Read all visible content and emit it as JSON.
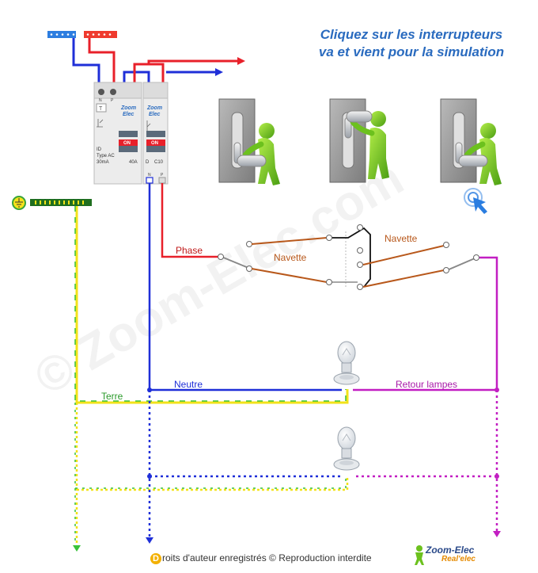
{
  "header": {
    "line1": "Cliquez sur les interrupteurs",
    "line2": "va et vient pour la simulation"
  },
  "panel": {
    "rcd_label_n": "N",
    "rcd_label_p": "P",
    "rcd_test": "T",
    "rcd_brand1": "Zoom",
    "rcd_brand2": "Elec",
    "rcd_on": "ON",
    "rcd_id": "ID",
    "rcd_type": "Type AC",
    "rcd_sens": "30mA",
    "rcd_rating": "40A",
    "mcb_brand1": "Zoom",
    "mcb_brand2": "Elec",
    "mcb_on": "ON",
    "mcb_d": "D",
    "mcb_rating": "C10",
    "mcb_n": "N",
    "mcb_p": "P"
  },
  "wires": {
    "phase": "Phase",
    "navette1": "Navette",
    "navette2": "Navette",
    "neutre": "Neutre",
    "terre": "Terre",
    "retour": "Retour lampes"
  },
  "colors": {
    "phase": "#e8202a",
    "neutral": "#1f2fd8",
    "earth_green": "#39c23a",
    "earth_yellow": "#f2e21a",
    "navette": "#b8581b",
    "retour": "#c21fc2",
    "title": "#2a6bbf"
  },
  "footer": {
    "initial": "D",
    "rest": "roits d'auteur enregistrés © Reproduction interdite"
  },
  "brand": {
    "name": "Zoom-Elec",
    "sub": "Real'elec"
  },
  "watermark": "© Zoom-Elec.com"
}
